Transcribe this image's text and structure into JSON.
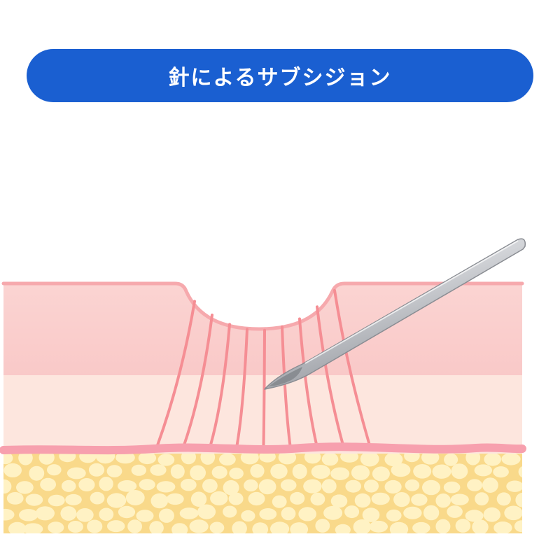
{
  "title": {
    "text": "針によるサブシジョン",
    "background_color": "#1a5fd1",
    "text_color": "#ffffff"
  },
  "illustration": {
    "subject": "needle-subcision-cross-section",
    "colors": {
      "skin_upper": "#f9c9c8",
      "skin_edge": "#f6a9ad",
      "dermis_lower": "#fde6de",
      "fibrous_band": "#f58e94",
      "fascia_line": "#f7a0ae",
      "fat_background": "#f9d98a",
      "fat_cell": "#fff2c4",
      "needle_body": "#c9cbd0",
      "needle_outline": "#8a8d93"
    },
    "fiber_band_count": 9
  }
}
